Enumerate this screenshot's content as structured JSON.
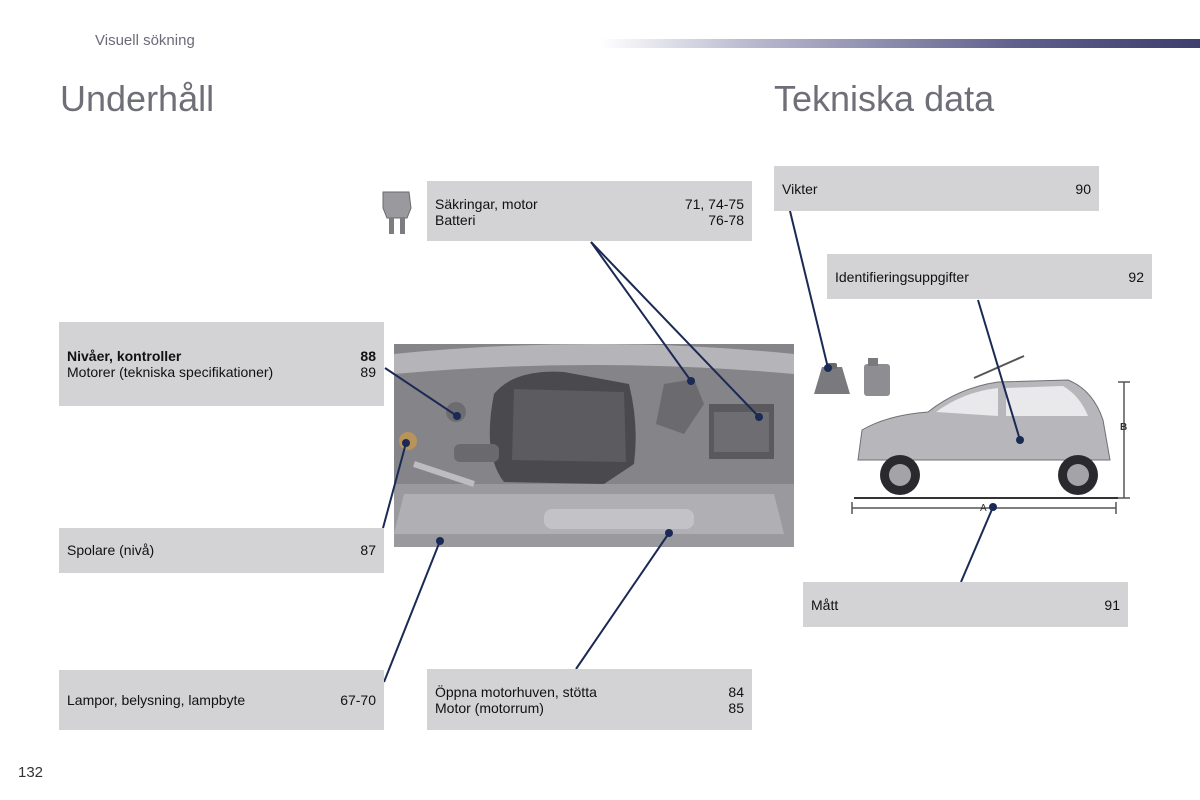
{
  "header": {
    "label": "Visuell sökning"
  },
  "sections": {
    "left_title": "Underhåll",
    "right_title": "Tekniska data"
  },
  "boxes": {
    "fuses": {
      "line1_label": "Säkringar, motor",
      "line1_page": "71, 74-75",
      "line2_label": "Batteri",
      "line2_page": "76-78"
    },
    "levels": {
      "line1_label": "Nivåer, kontroller",
      "line1_page": "88",
      "line2_label": "Motorer (tekniska specifikationer)",
      "line2_page": "89"
    },
    "washer": {
      "label": "Spolare (nivå)",
      "page": "87"
    },
    "lamps": {
      "label": "Lampor, belysning, lampbyte",
      "page": "67-70"
    },
    "bonnet": {
      "line1_label": "Öppna motorhuven, stötta",
      "line1_page": "84",
      "line2_label": "Motor (motorrum)",
      "line2_page": "85"
    },
    "weights": {
      "label": "Vikter",
      "page": "90"
    },
    "identification": {
      "label": "Identifieringsuppgifter",
      "page": "92"
    },
    "dimensions": {
      "label": "Mått",
      "page": "91"
    }
  },
  "dimension_labels": {
    "a": "A",
    "b": "B"
  },
  "page_number": "132",
  "colors": {
    "box_bg": "#d3d3d5",
    "leader_line": "#1a2a55",
    "title": "#6f6f78"
  }
}
